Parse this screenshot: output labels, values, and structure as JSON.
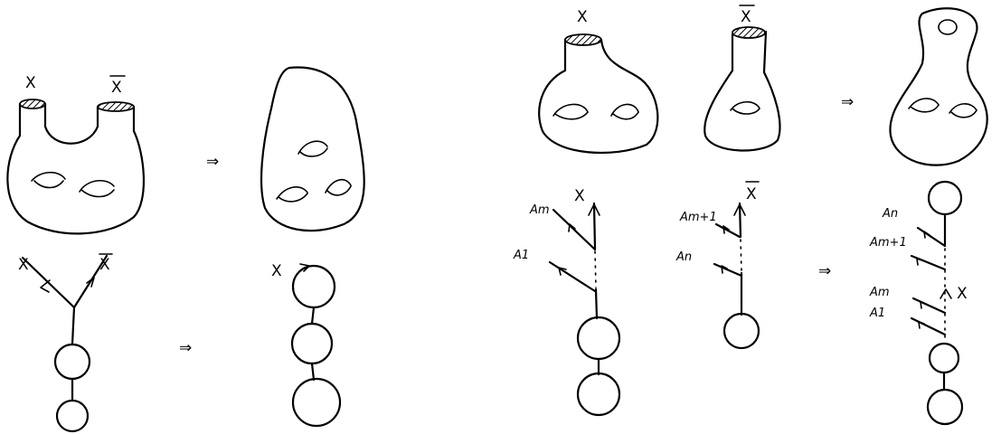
{
  "labels": {
    "x": "X",
    "xbar": "X",
    "implies": "⇒",
    "a_m": "Am",
    "a_1": "A1",
    "a_m1": "Am+1",
    "a_n": "An",
    "a_m_small": "Am",
    "a_1_small": "A1"
  }
}
